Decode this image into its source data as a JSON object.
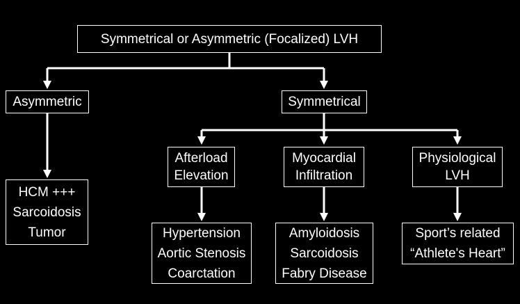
{
  "root": {
    "label": "Symmetrical or Asymmetric (Focalized) LVH"
  },
  "asymmetric": {
    "label": "Asymmetric",
    "causes": [
      "HCM +++",
      "Sarcoidosis",
      "Tumor"
    ]
  },
  "symmetrical": {
    "label": "Symmetrical"
  },
  "afterload": {
    "lines": [
      "Afterload",
      "Elevation"
    ],
    "causes": [
      "Hypertension",
      "Aortic Stenosis",
      "Coarctation"
    ]
  },
  "myocardial": {
    "lines": [
      "Myocardial",
      "Infiltration"
    ],
    "causes": [
      "Amyloidosis",
      "Sarcoidosis",
      "Fabry Disease"
    ]
  },
  "physiological": {
    "lines": [
      "Physiological",
      "LVH"
    ],
    "causes": [
      "Sport’s related",
      "“Athlete's Heart”"
    ]
  },
  "colors": {
    "background": "#000000",
    "line": "#ffffff",
    "text": "#ffffff"
  }
}
